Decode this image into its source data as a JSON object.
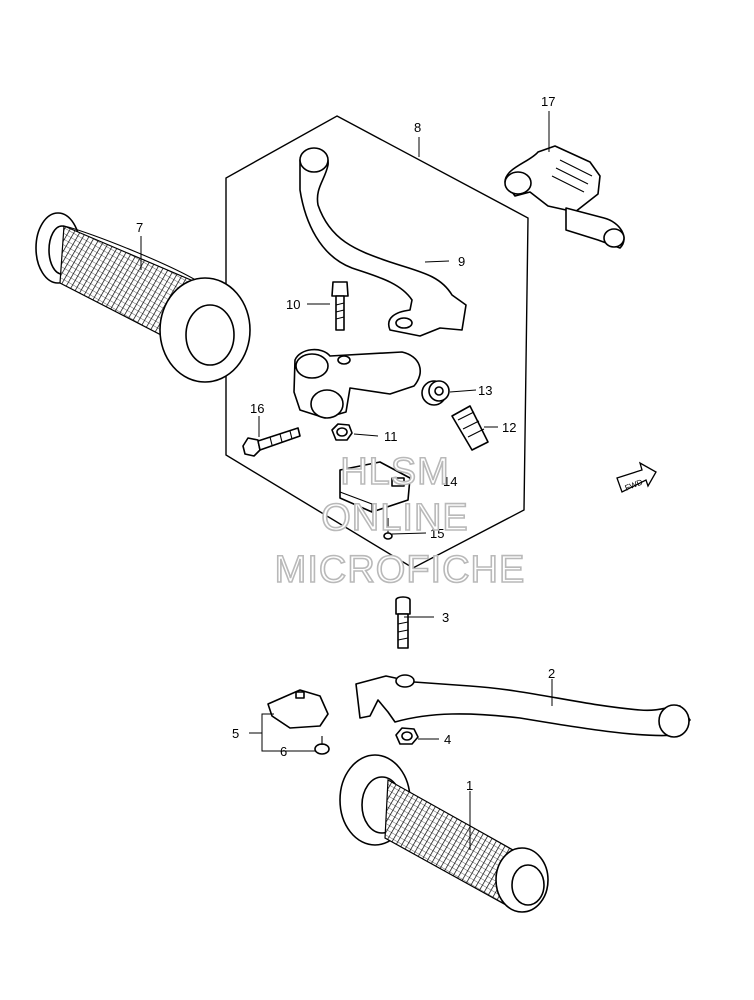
{
  "callouts": {
    "p1": "1",
    "p2": "2",
    "p3": "3",
    "p4": "4",
    "p5": "5",
    "p6": "6",
    "p7": "7",
    "p8": "8",
    "p9": "9",
    "p10": "10",
    "p11": "11",
    "p12": "12",
    "p13": "13",
    "p14": "14",
    "p15": "15",
    "p16": "16",
    "p17": "17"
  },
  "fwd_label": "FWD",
  "watermark": {
    "line1": "HLSM",
    "line2": "ONLINE",
    "line3": "MICROFICHE"
  }
}
